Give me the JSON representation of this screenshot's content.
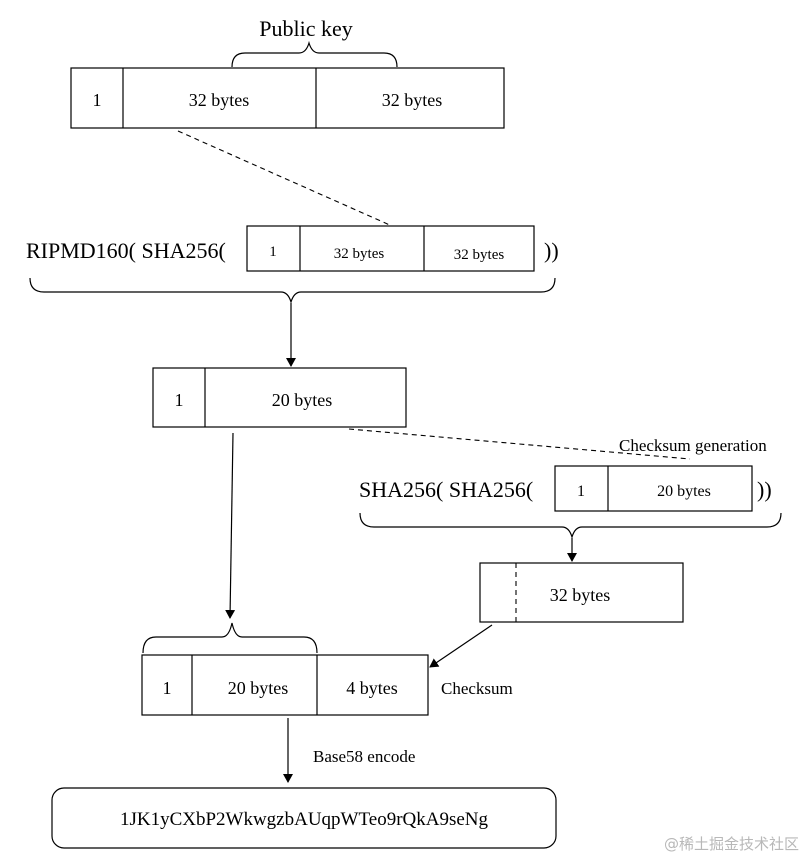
{
  "public_key": {
    "title": "Public key",
    "cells": [
      "1",
      "32 bytes",
      "32 bytes"
    ]
  },
  "ripemd_step": {
    "prefix": "RIPMD160( SHA256(",
    "cells": [
      "1",
      "32 bytes",
      "32 bytes"
    ],
    "suffix": "))"
  },
  "hash160": {
    "cells": [
      "1",
      "20 bytes"
    ]
  },
  "checksum_step": {
    "caption": "Checksum generation",
    "prefix": "SHA256( SHA256(",
    "cells": [
      "1",
      "20 bytes"
    ],
    "suffix": "))"
  },
  "double_hash": {
    "label": "32 bytes"
  },
  "final_concat": {
    "cells": [
      "1",
      "20 bytes",
      "4 bytes"
    ],
    "side_label": "Checksum"
  },
  "encode_label": "Base58 encode",
  "address": "1JK1yCXbP2WkwgzbAUqpWTeo9rQkA9seNg",
  "watermark": "@稀土掘金技术社区"
}
